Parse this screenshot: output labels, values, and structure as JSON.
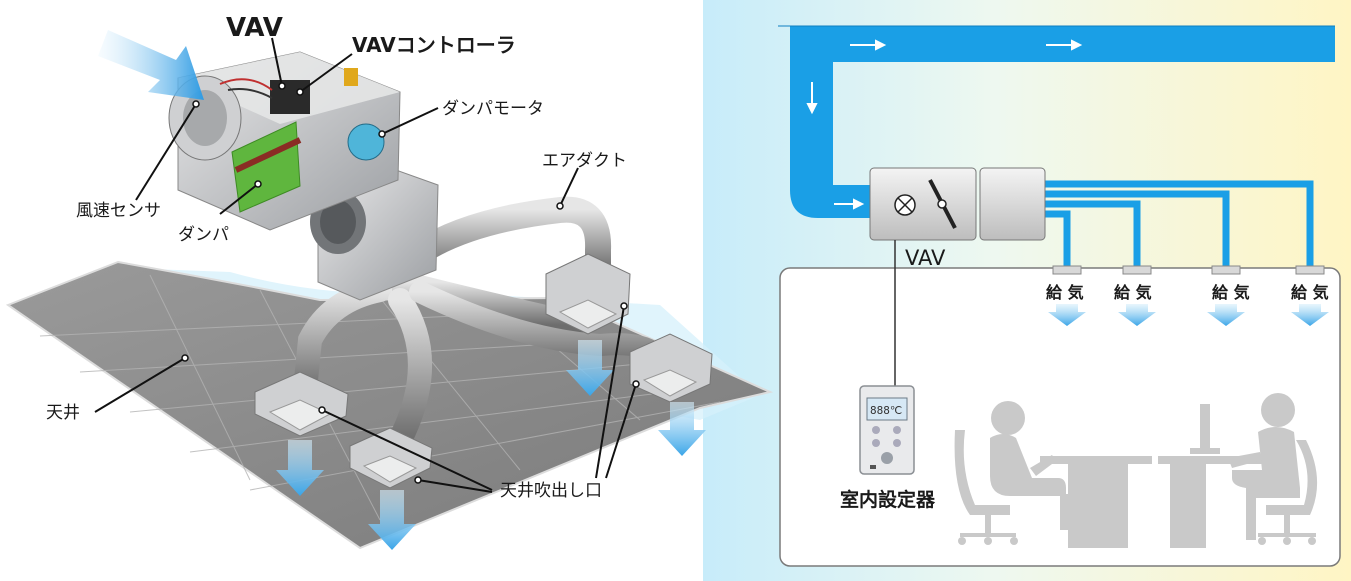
{
  "left_diagram": {
    "vav_title": "VAV",
    "vav_controller": "VAVコントローラ",
    "damper_motor": "ダンパモータ",
    "air_duct": "エアダクト",
    "airflow_sensor": "風速センサ",
    "damper": "ダンパ",
    "ceiling": "天井",
    "ceiling_outlet": "天井吹出し口"
  },
  "right_diagram": {
    "vav_label": "VAV",
    "supply_labels": [
      "給 気",
      "給 気",
      "給 気",
      "給 気"
    ],
    "thermostat_label": "室内設定器",
    "thermostat_display": "888℃"
  },
  "colors": {
    "duct_blue": "#1a9fe6",
    "panel_bg_left": "#cfeefa",
    "panel_bg_right": "#fff6c8",
    "person_gray": "#c8c8c8",
    "arrow_blue": "#5cb8ee"
  }
}
